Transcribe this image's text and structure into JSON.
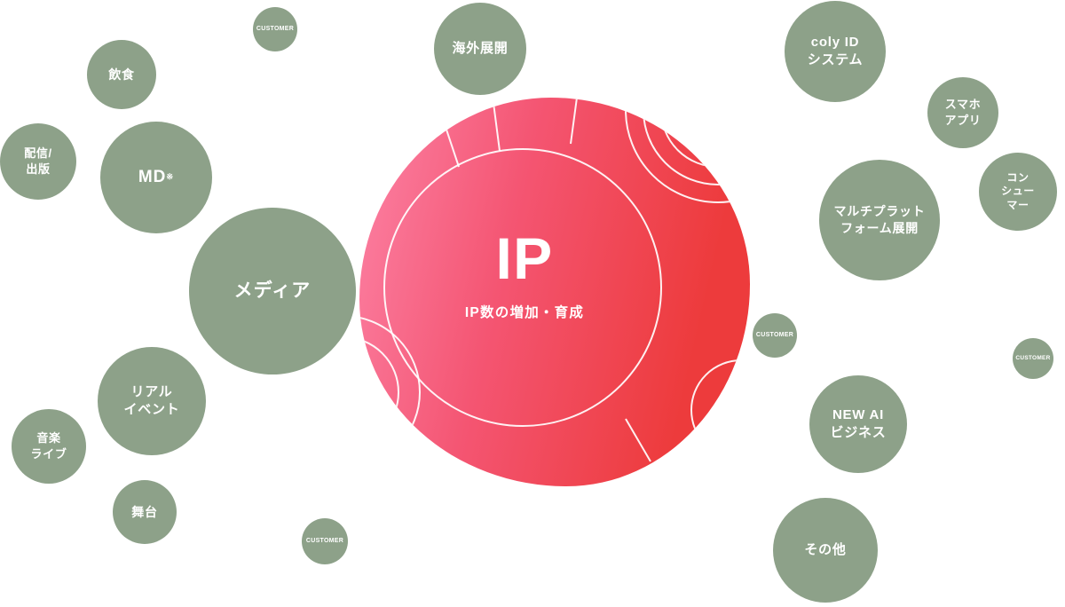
{
  "center": {
    "title": "IP",
    "subtitle": "IP数の増加・育成"
  },
  "colors": {
    "node": "#8da189",
    "center_gradient_from": "#fc82a5",
    "center_gradient_mid": "#f45572",
    "center_gradient_to": "#ed3b3c"
  },
  "nodes": [
    {
      "label": "CUSTOMER"
    },
    {
      "label": "飲食"
    },
    {
      "label": "配信/\n出版"
    },
    {
      "label": "MD",
      "note": "※"
    },
    {
      "label": "メディア"
    },
    {
      "label": "リアル\nイベント"
    },
    {
      "label": "音楽\nライブ"
    },
    {
      "label": "舞台"
    },
    {
      "label": "CUSTOMER"
    },
    {
      "label": "海外展開"
    },
    {
      "label": "coly ID\nシステム"
    },
    {
      "label": "スマホ\nアプリ"
    },
    {
      "label": "コン\nシュー\nマー"
    },
    {
      "label": "マルチプラット\nフォーム展開"
    },
    {
      "label": "CUSTOMER"
    },
    {
      "label": "CUSTOMER"
    },
    {
      "label": "NEW AI\nビジネス"
    },
    {
      "label": "その他"
    }
  ]
}
